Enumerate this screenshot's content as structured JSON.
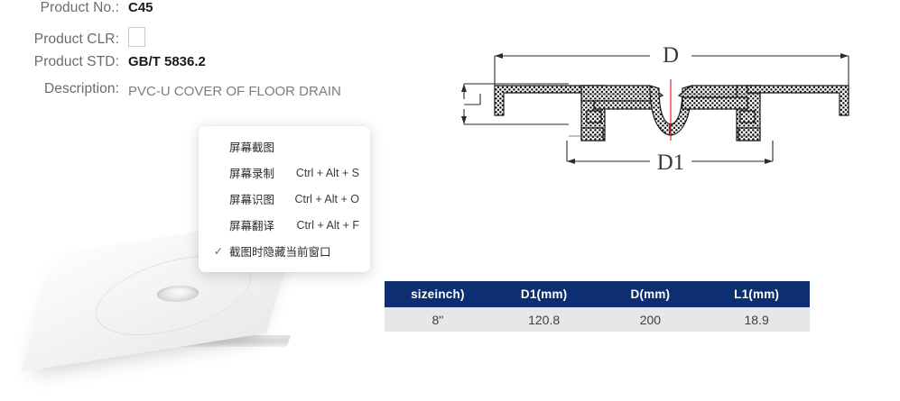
{
  "spec": {
    "rows": [
      {
        "label": "Product No.:",
        "value": "C45",
        "type": "bold"
      },
      {
        "label": "Product CLR:",
        "value": "",
        "type": "swatch"
      },
      {
        "label": "Product STD:",
        "value": "GB/T 5836.2",
        "type": "bold"
      },
      {
        "label": "Description:",
        "value": "PVC-U COVER OF FLOOR DRAIN",
        "type": "light"
      }
    ]
  },
  "drawing": {
    "label_outer": "D",
    "label_inner": "D1",
    "alt_text": "Cross-section technical drawing of PVC-U floor drain cover with hatched section fill, outer diameter D dimension line above, inner diameter D1 dimension line below, thickness dimension at left, and red vertical centerline"
  },
  "product_render": {
    "alt_text": "3D rendering of a square white PVC-U floor drain cover plate with a circular recess and central dimple"
  },
  "table": {
    "headers": [
      "sizeinch)",
      "D1(mm)",
      "D(mm)",
      "L1(mm)"
    ],
    "rows": [
      [
        "8\"",
        "120.8",
        "200",
        "18.9"
      ]
    ],
    "header_bg": "#0d2f72",
    "row_bg": "#e6e7e9"
  },
  "context_menu": {
    "items": [
      {
        "label": "屏幕截图",
        "shortcut": "",
        "checked": false
      },
      {
        "label": "屏幕录制",
        "shortcut": "Ctrl + Alt + S",
        "checked": false
      },
      {
        "label": "屏幕识图",
        "shortcut": "Ctrl + Alt + O",
        "checked": false
      },
      {
        "label": "屏幕翻译",
        "shortcut": "Ctrl + Alt + F",
        "checked": false
      },
      {
        "label": "截图时隐藏当前窗口",
        "shortcut": "",
        "checked": true
      }
    ],
    "check_glyph": "✓"
  }
}
